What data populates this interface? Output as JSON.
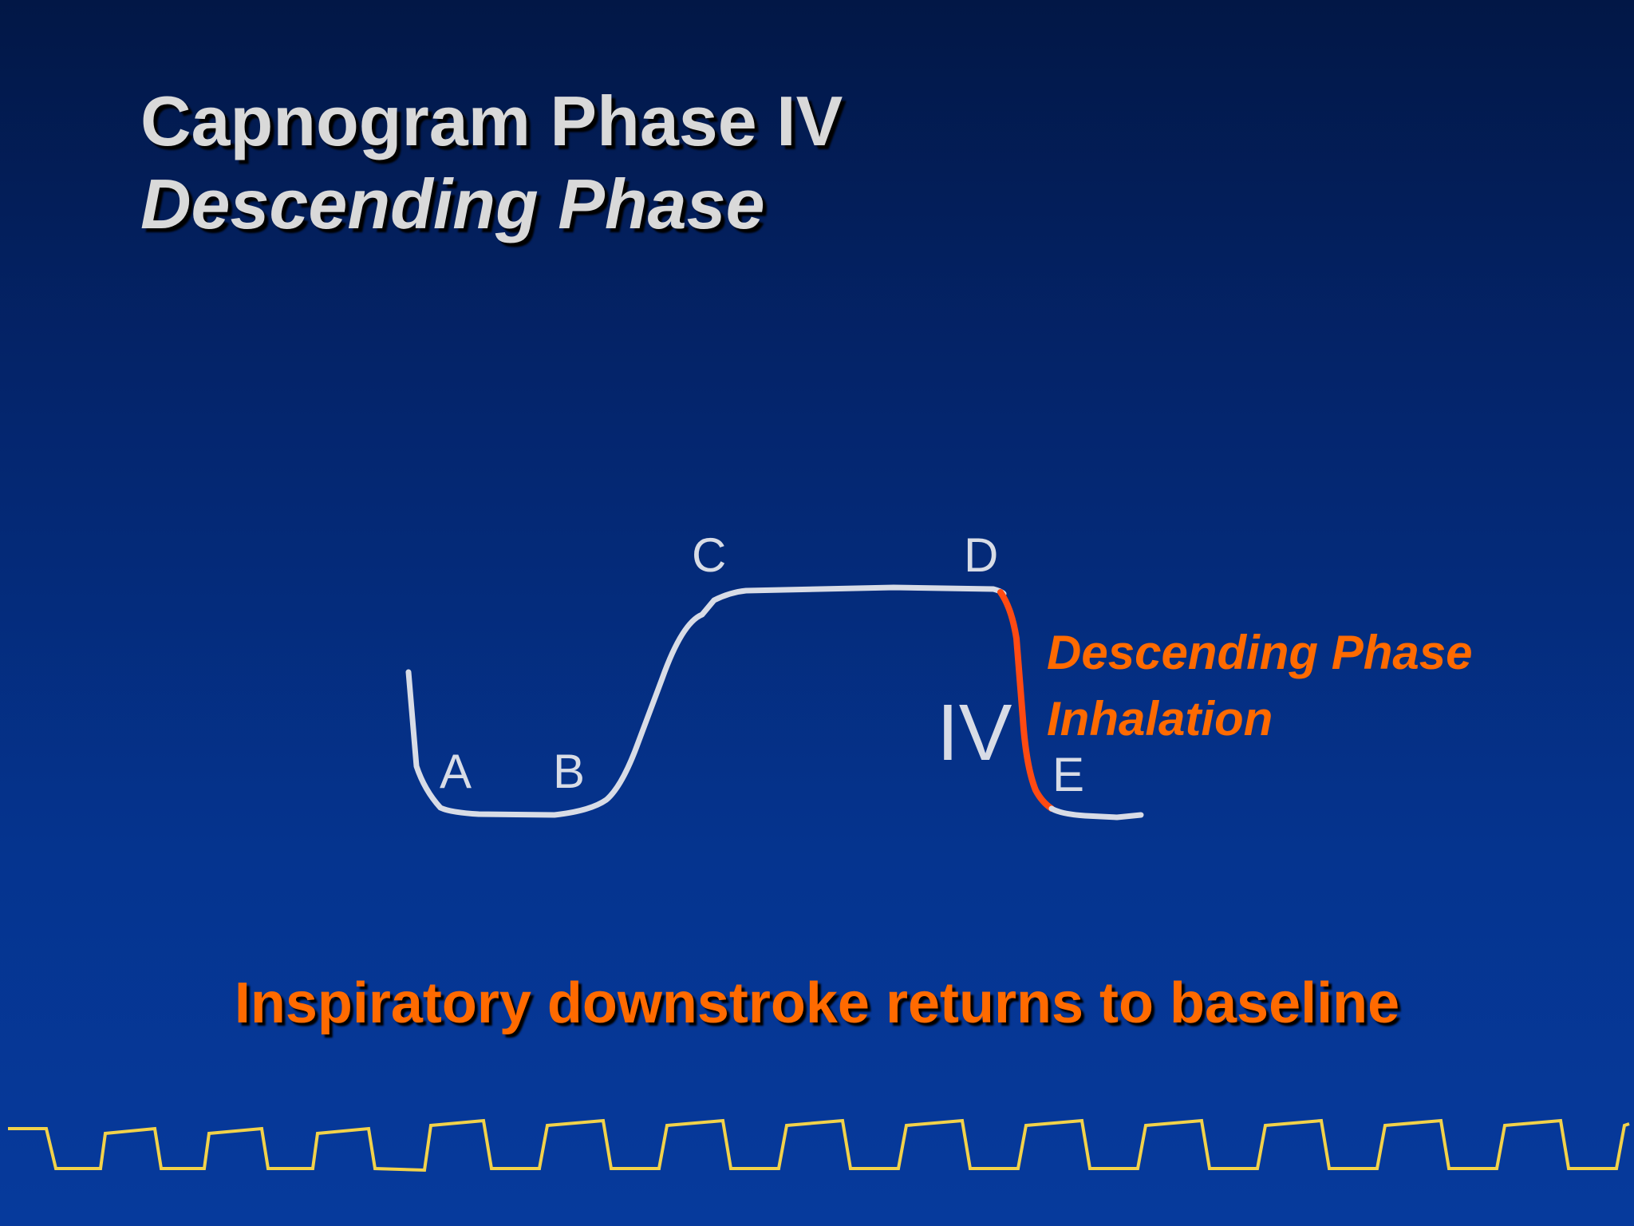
{
  "slide": {
    "title": "Capnogram Phase IV",
    "subtitle": "Descending Phase",
    "caption": "Inspiratory downstroke returns to baseline"
  },
  "diagram": {
    "points": {
      "a": "A",
      "b": "B",
      "c": "C",
      "d": "D",
      "e": "E"
    },
    "phase_label": "IV",
    "annotation_line1": "Descending Phase",
    "annotation_line2": "Inhalation"
  },
  "colors": {
    "background_top": "#021746",
    "background_bottom": "#063a9c",
    "title_text": "#d9d9d9",
    "curve": "#d8dce6",
    "highlight": "#ff4a12",
    "accent_text": "#ff6a00",
    "waveform": "#f2d24a"
  }
}
